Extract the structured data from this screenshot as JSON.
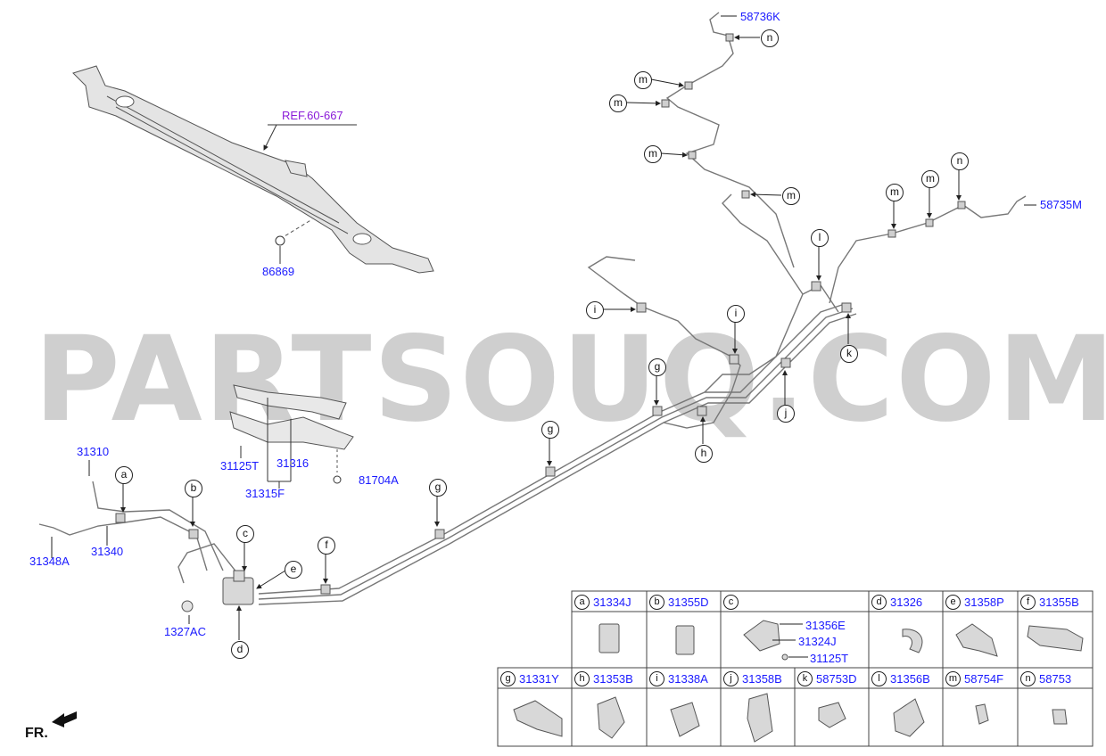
{
  "watermark": "PARTSOUQ.COM",
  "ref_label": "REF.60-667",
  "direction": "FR.",
  "callouts": {
    "c58736K": "58736K",
    "c58735M": "58735M",
    "c86869": "86869",
    "c31310": "31310",
    "c31340": "31340",
    "c31348A": "31348A",
    "c1327AC": "1327AC",
    "c31125T": "31125T",
    "c31316": "31316",
    "c31315F": "31315F",
    "c81704A": "81704A"
  },
  "letters": {
    "a": "a",
    "b": "b",
    "c": "c",
    "d": "d",
    "e": "e",
    "f": "f",
    "g": "g",
    "h": "h",
    "i": "i",
    "j": "j",
    "k": "k",
    "l": "l",
    "m": "m",
    "n": "n"
  },
  "legend": {
    "row1": [
      {
        "letter": "a",
        "part": "31334J"
      },
      {
        "letter": "b",
        "part": "31355D"
      },
      {
        "letter": "c",
        "part": ""
      },
      {
        "letter": "d",
        "part": "31326"
      },
      {
        "letter": "e",
        "part": "31358P"
      },
      {
        "letter": "f",
        "part": "31355B"
      }
    ],
    "c_parts": [
      "31356E",
      "31324J",
      "31125T"
    ],
    "row2": [
      {
        "letter": "g",
        "part": "31331Y"
      },
      {
        "letter": "h",
        "part": "31353B"
      },
      {
        "letter": "i",
        "part": "31338A"
      },
      {
        "letter": "j",
        "part": "31358B"
      },
      {
        "letter": "k",
        "part": "58753D"
      },
      {
        "letter": "l",
        "part": "31356B"
      },
      {
        "letter": "m",
        "part": "58754F"
      },
      {
        "letter": "n",
        "part": "58753"
      }
    ]
  }
}
